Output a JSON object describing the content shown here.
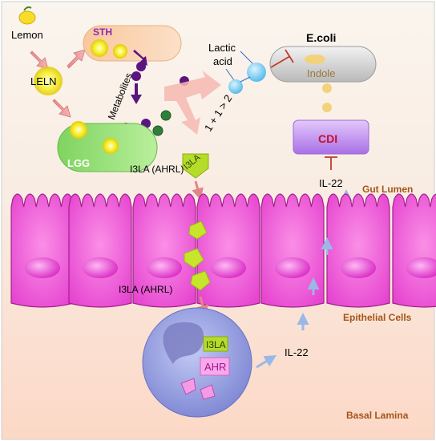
{
  "labels": {
    "lemon": "Lemon",
    "leln": "LELN",
    "sth": "STH",
    "lgg": "LGG",
    "metabolites": "Metabolites",
    "synergy": "1 + 1 > 2",
    "lactic_line1": "Lactic",
    "lactic_line2": "acid",
    "ecoli": "E.coli",
    "indole": "Indole",
    "cdi": "CDI",
    "i3la_tag": "I3LA",
    "i3la_ahrl_top": "I3LA (AHRL)",
    "i3la_ahrl_mid": "I3LA (AHRL)",
    "il22_top": "IL-22",
    "il22_bottom": "IL-22",
    "i3la_cell": "I3LA",
    "ahr": "AHR",
    "gut_lumen": "Gut Lumen",
    "epithelial_cells": "Epithelial Cells",
    "basal_lamina": "Basal Lamina"
  },
  "colors": {
    "lumen_bg": "#f8efe6",
    "lamina_bg": "#fbd9c9",
    "cell_fill": "#f25fd6",
    "cell_stroke": "#a0228c",
    "nucleus": "#e33bd1",
    "sth_bar": "#f7caa0",
    "lgg_bar": "#8edb73",
    "ecoli_bar": "#d9d9d9",
    "cdi_box": "#c79af0",
    "immune_cell": "#8f98dd",
    "metabolite_dot": "#5a1580",
    "lactic_dot": "#6cc8f0",
    "indole_dot": "#f2d27a",
    "i3la_shape": "#b6dc2a",
    "section_label": "#a3561a",
    "inhibit_line": "#c0392b"
  },
  "icons": [
    "lemon-icon",
    "inhibition-icon",
    "arrow-icon"
  ]
}
